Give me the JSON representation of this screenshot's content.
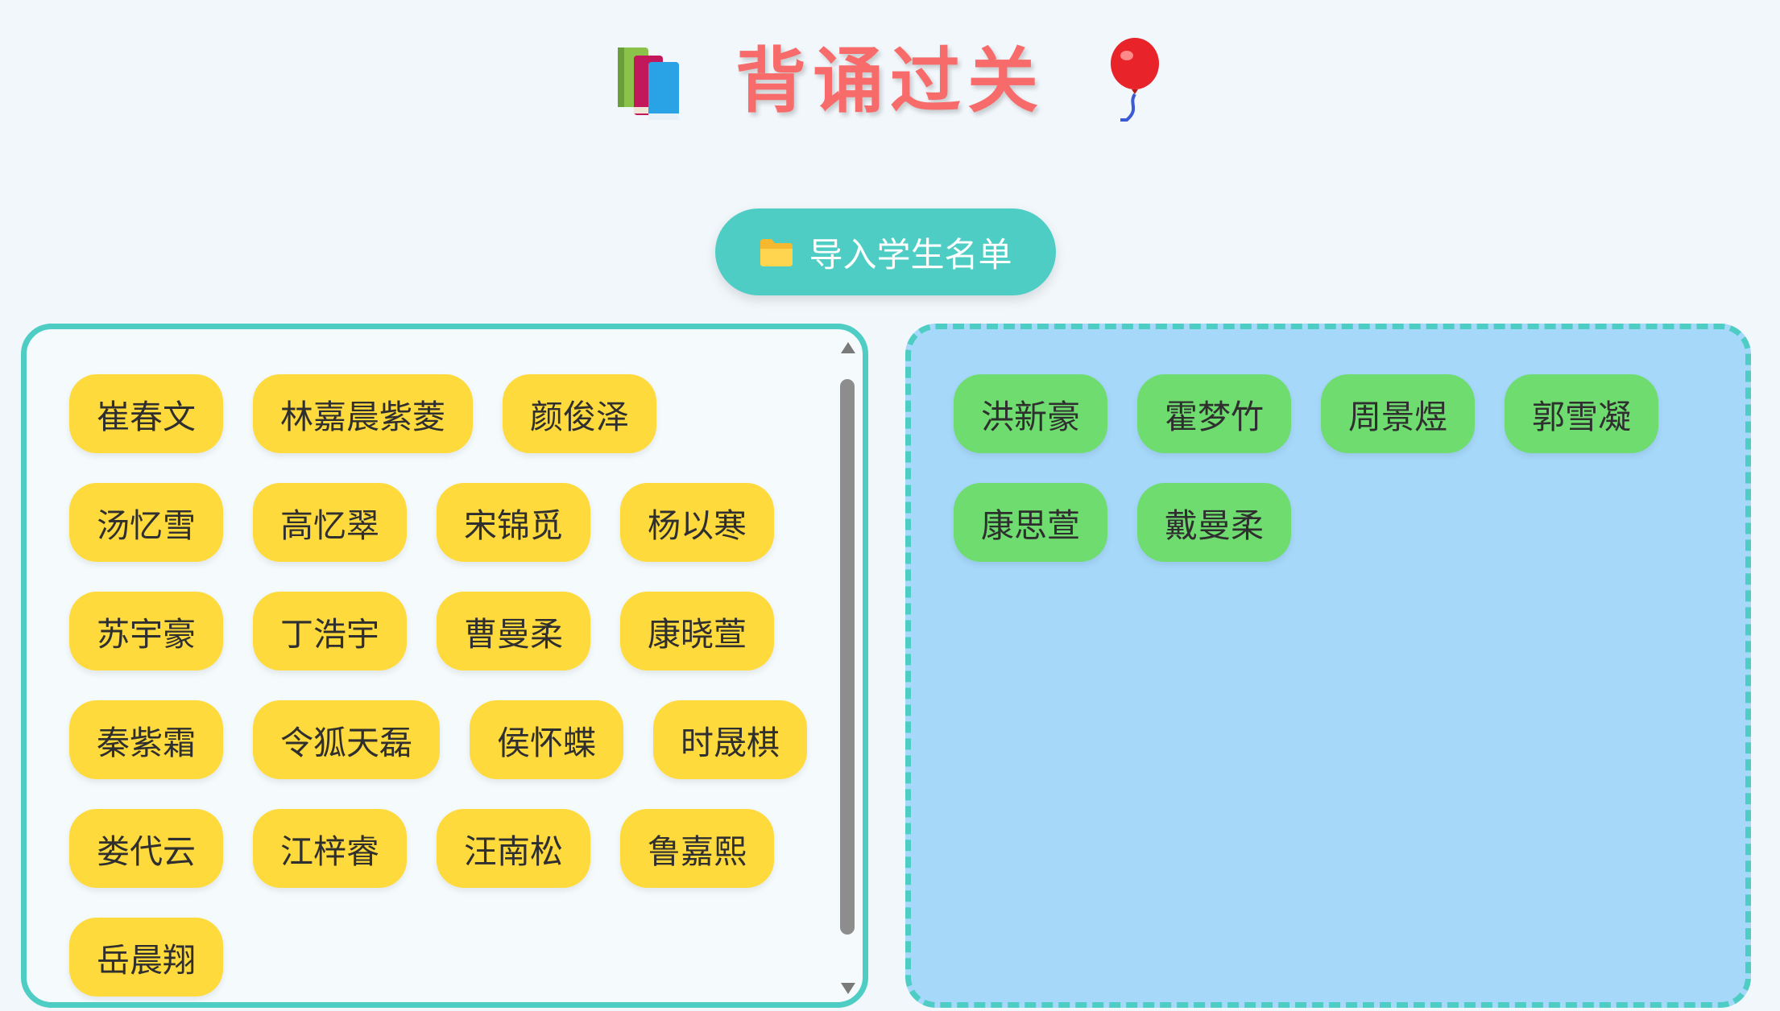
{
  "header": {
    "title": "背诵过关",
    "left_icon": "books-icon",
    "right_icon": "balloon-icon"
  },
  "toolbar": {
    "import_label": "导入学生名单",
    "import_icon": "folder-icon"
  },
  "pending_list": {
    "students": [
      "崔春文",
      "林嘉晨紫菱",
      "颜俊泽",
      "汤忆雪",
      "高忆翠",
      "宋锦觅",
      "杨以寒",
      "苏宇豪",
      "丁浩宇",
      "曹曼柔",
      "康晓萱",
      "秦紫霜",
      "令狐天磊",
      "侯怀蝶",
      "时晟棋",
      "娄代云",
      "江梓睿",
      "汪南松",
      "鲁嘉熙",
      "岳晨翔"
    ]
  },
  "passed_list": {
    "students": [
      "洪新豪",
      "霍梦竹",
      "周景煜",
      "郭雪凝",
      "康思萱",
      "戴曼柔"
    ]
  },
  "colors": {
    "accent": "#4ecdc4",
    "title": "#f76b6b",
    "pending_chip": "#ffda3d",
    "passed_chip": "#6fdc6f",
    "passed_panel": "#a6d8fa"
  }
}
